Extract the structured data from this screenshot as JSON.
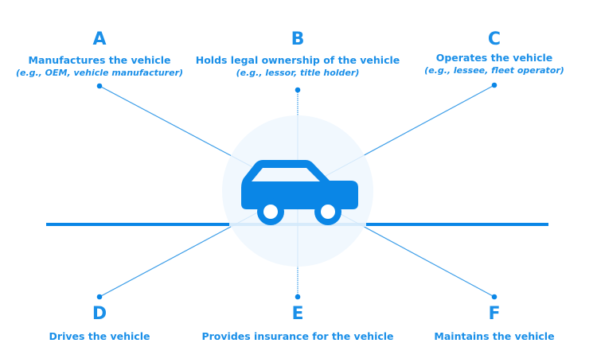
{
  "colors": {
    "primary": "#0a86e6",
    "text": "#1a8fe8",
    "connector": "#3d9ee8",
    "halo": "#f1f8fe",
    "ground_glow": "#d7ebfb",
    "background": "#ffffff"
  },
  "center": {
    "icon": "car-icon",
    "label": "Vehicle"
  },
  "nodes": [
    {
      "id": "a",
      "letter": "A",
      "role": "Manufactures the vehicle",
      "example": "(e.g., OEM, vehicle manufacturer)"
    },
    {
      "id": "b",
      "letter": "B",
      "role": "Holds legal ownership of the vehicle",
      "example": "(e.g., lessor, title holder)"
    },
    {
      "id": "c",
      "letter": "C",
      "role": "Operates the vehicle",
      "example": "(e.g., lessee, fleet operator)"
    },
    {
      "id": "d",
      "letter": "D",
      "role": "Drives the vehicle",
      "example": ""
    },
    {
      "id": "e",
      "letter": "E",
      "role": "Provides insurance for the vehicle",
      "example": ""
    },
    {
      "id": "f",
      "letter": "F",
      "role": "Maintains the vehicle",
      "example": ""
    }
  ]
}
